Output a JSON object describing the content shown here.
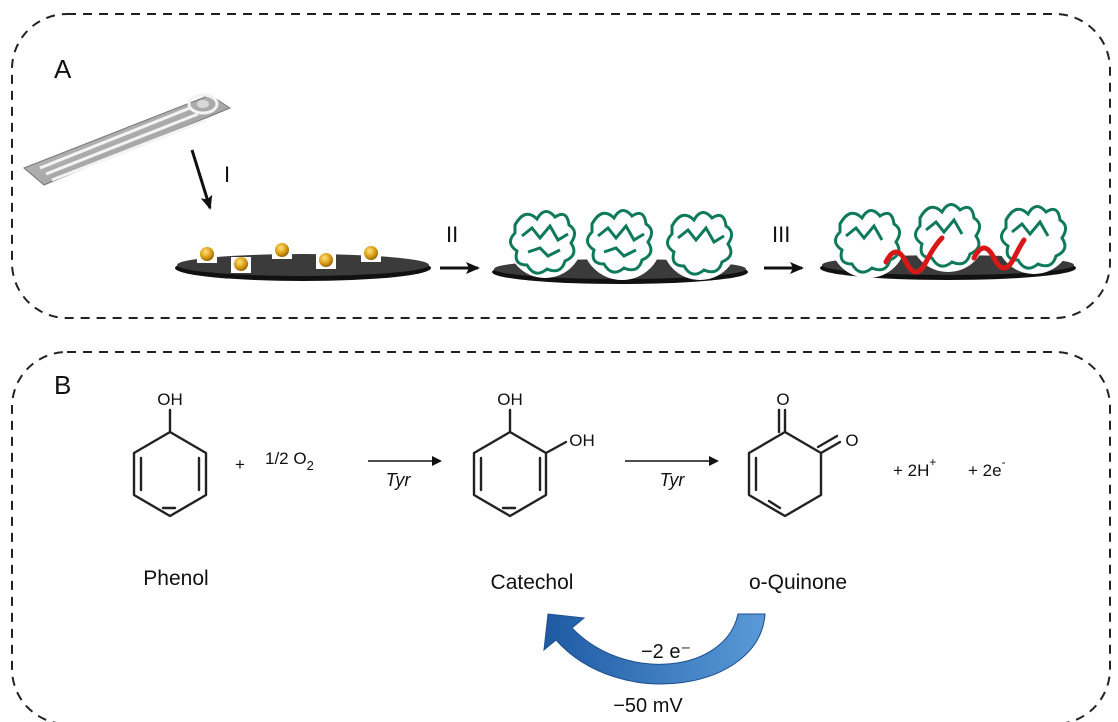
{
  "panel_a": {
    "label": "A",
    "steps": [
      "I",
      "II",
      "III"
    ]
  },
  "panel_b": {
    "label": "B",
    "phenol": {
      "substituent": "OH",
      "name": "Phenol"
    },
    "plus_oxygen": "+",
    "oxygen": "1/2 O",
    "oxygen_sub": "2",
    "enzyme_1": "Tyr",
    "catechol": {
      "substituent_1": "OH",
      "substituent_2": "OH",
      "name": "Catechol"
    },
    "enzyme_2": "Tyr",
    "quinone": {
      "substituent_1": "O",
      "substituent_2": "O",
      "name": "o-Quinone"
    },
    "protons": "+ 2H",
    "protons_sup": "+",
    "electrons": "+ 2e",
    "electrons_sup": "-",
    "reduction_label": "−2 e⁻",
    "potential_label": "−50 mV"
  },
  "colors": {
    "protein": "#0f7a5a",
    "linker": "#d81818",
    "nanoparticle": "#c98a0a",
    "electrode": "#333333",
    "curved_arrow": "#2f6fb5"
  }
}
